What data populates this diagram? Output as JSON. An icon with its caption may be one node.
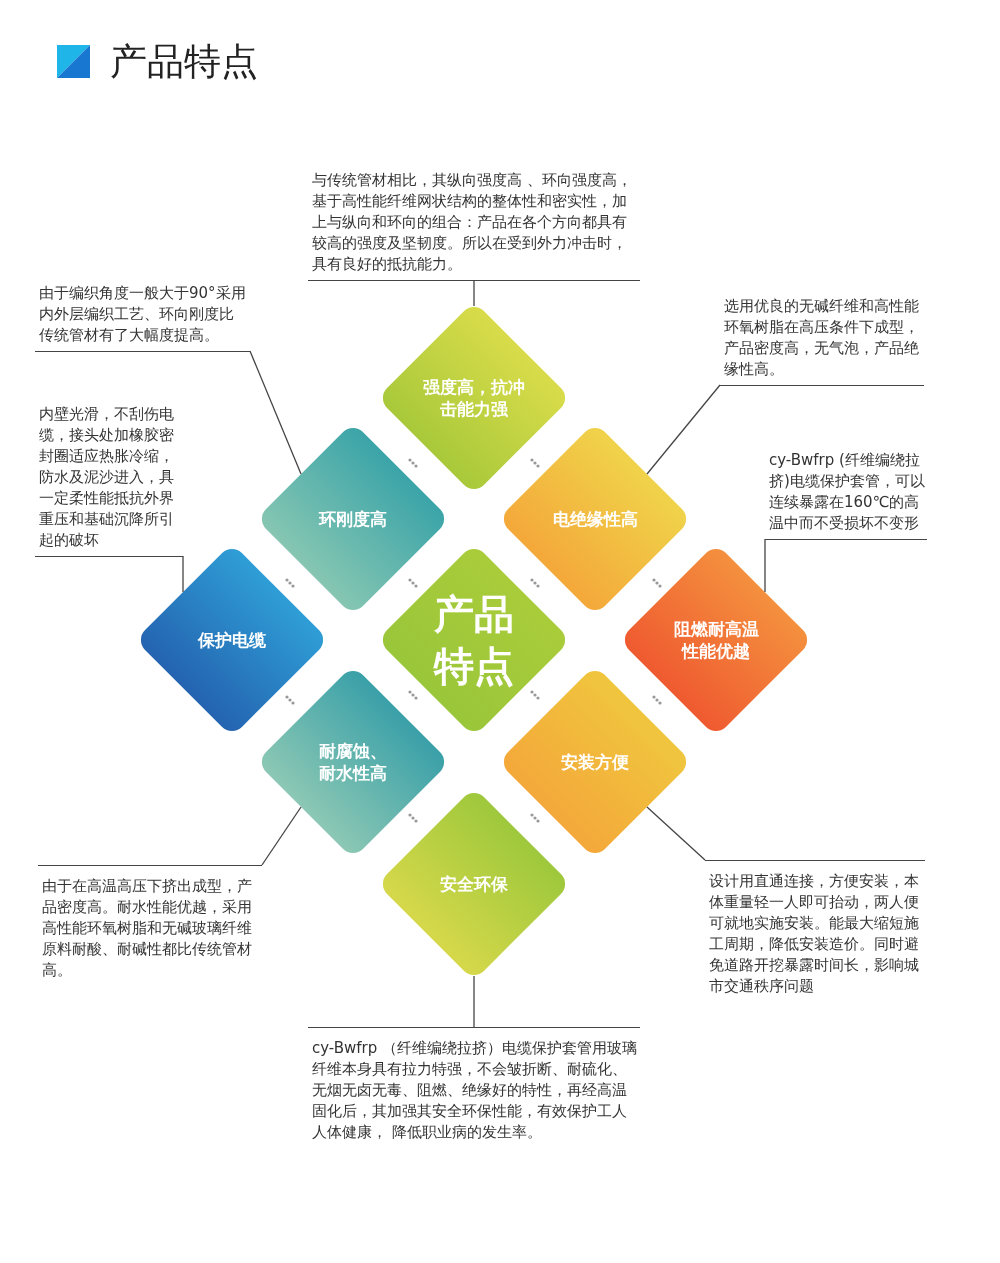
{
  "diagram": {
    "title": "产品特点",
    "nodes": [
      {
        "text": [
          "强度高，抗冲击能力强"
        ]
      },
      {
        "text": [
          "环刚度高"
        ]
      },
      {
        "text": [
          "电绝缘性高"
        ]
      },
      {
        "text": [
          "保护电缆"
        ]
      },
      {
        "text": [
          "产品特点"
        ]
      },
      {
        "text": [
          "阻燃耐高温性能优越"
        ]
      },
      {
        "text": [
          "耐腐蚀、耐水性高"
        ]
      },
      {
        "text": [
          "安装方便"
        ]
      },
      {
        "text": [
          "安全环保"
        ]
      },
      {
        "text": [
          "与传统管材相比，其纵向强度高 、环向强度高，基于高性能纤维网状结构的整体性和密实性，加上与纵向和环向的组合：产品在各个方向都具有较高的强度及坚韧度。所以在受到外力冲击时，具有良好的抵抗能力。"
        ]
      },
      {
        "text": [
          "由于编织角度一般大于90°采用内外层编织工艺、环向刚度比传统管材有了大幅度提高。"
        ]
      },
      {
        "text": [
          "内壁光滑，不刮伤电缆，接头处加橡胶密封圈适应热胀冷缩，防水及泥沙进入，具一定柔性能抵抗外界重压和基础沉降所引起的破坏"
        ]
      },
      {
        "text": [
          "选用优良的无碱纤维和高性能环氧树脂在高压条件下成型，产品密度高，无气泡，产品绝缘性高。"
        ]
      },
      {
        "text": [
          "cy-Bwfrp (纤维编绕拉挤)电缆保护套管，可以连续暴露在160℃的高温中而不受损坏不变形"
        ]
      },
      {
        "text": [
          "由于在高温高压下挤出成型，产品密度高。耐水性能优越，采用高性能环氧树脂和无碱玻璃纤维原料耐酸、耐碱性都比传统管材高。"
        ]
      },
      {
        "text": [
          "设计用直通连接，方便安装，本体重量轻一人即可抬动，两人便可就地实施安装。能最大缩短施工周期，降低安装造价。同时避免道路开挖暴露时间长，影响城市交通秩序问题"
        ]
      },
      {
        "text": [
          "cy-Bwfrp （纤维编绕拉挤）电缆保护套管用玻璃纤维本身具有拉力特强，不会皱折断、耐硫化、无烟无卤无毒、阻燃、绝缘好的特性，再经高温固化后，其加强其安全环保性能，有效保护工人人体健康， 降低职业病的发生率。"
        ]
      }
    ],
    "edges": [
      {
        "from": 9,
        "to": 0,
        "arrow": "none"
      },
      {
        "from": 10,
        "to": 1,
        "arrow": "none"
      },
      {
        "from": 11,
        "to": 3,
        "arrow": "none"
      },
      {
        "from": 12,
        "to": 2,
        "arrow": "none"
      },
      {
        "from": 13,
        "to": 5,
        "arrow": "none"
      },
      {
        "from": 14,
        "to": 6,
        "arrow": "none"
      },
      {
        "from": 15,
        "to": 7,
        "arrow": "none"
      },
      {
        "from": 16,
        "to": 8,
        "arrow": "none"
      }
    ]
  }
}
